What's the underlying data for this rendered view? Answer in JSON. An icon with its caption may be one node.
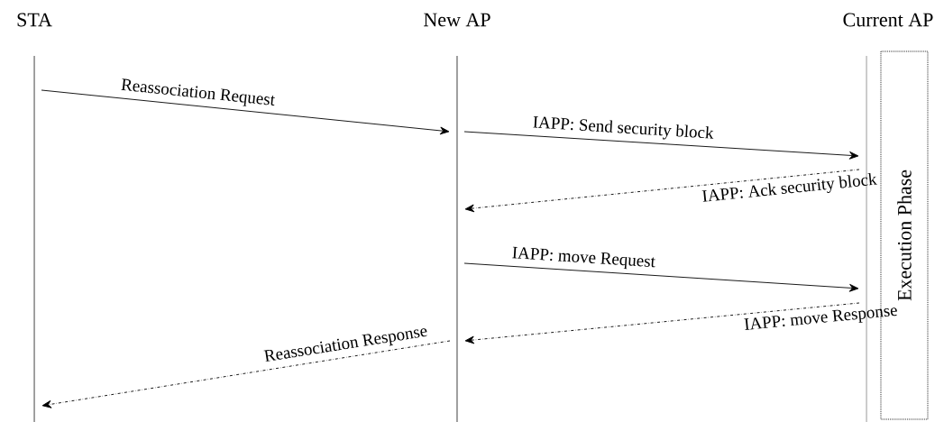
{
  "diagram": {
    "nodes": [
      {
        "text": [
          "STA"
        ]
      },
      {
        "text": [
          "New AP"
        ]
      },
      {
        "text": [
          "Current AP"
        ]
      },
      {
        "text": [
          "Execution Phase"
        ],
        "in": 2
      }
    ],
    "edges": [
      {
        "from": 0,
        "to": 1,
        "arrow": "to",
        "label": "Reassociation Request"
      },
      {
        "from": 1,
        "to": 2,
        "arrow": "to",
        "label": "IAPP: Send security block"
      },
      {
        "from": 2,
        "to": 1,
        "arrow": "to",
        "label": "IAPP: Ack security block",
        "style": "dashed"
      },
      {
        "from": 1,
        "to": 2,
        "arrow": "to",
        "label": "IAPP: move Request"
      },
      {
        "from": 2,
        "to": 1,
        "arrow": "to",
        "label": "IAPP: move Response",
        "style": "dashed"
      },
      {
        "from": 1,
        "to": 0,
        "arrow": "to",
        "label": "Reassociation Response",
        "style": "dashed"
      }
    ]
  }
}
